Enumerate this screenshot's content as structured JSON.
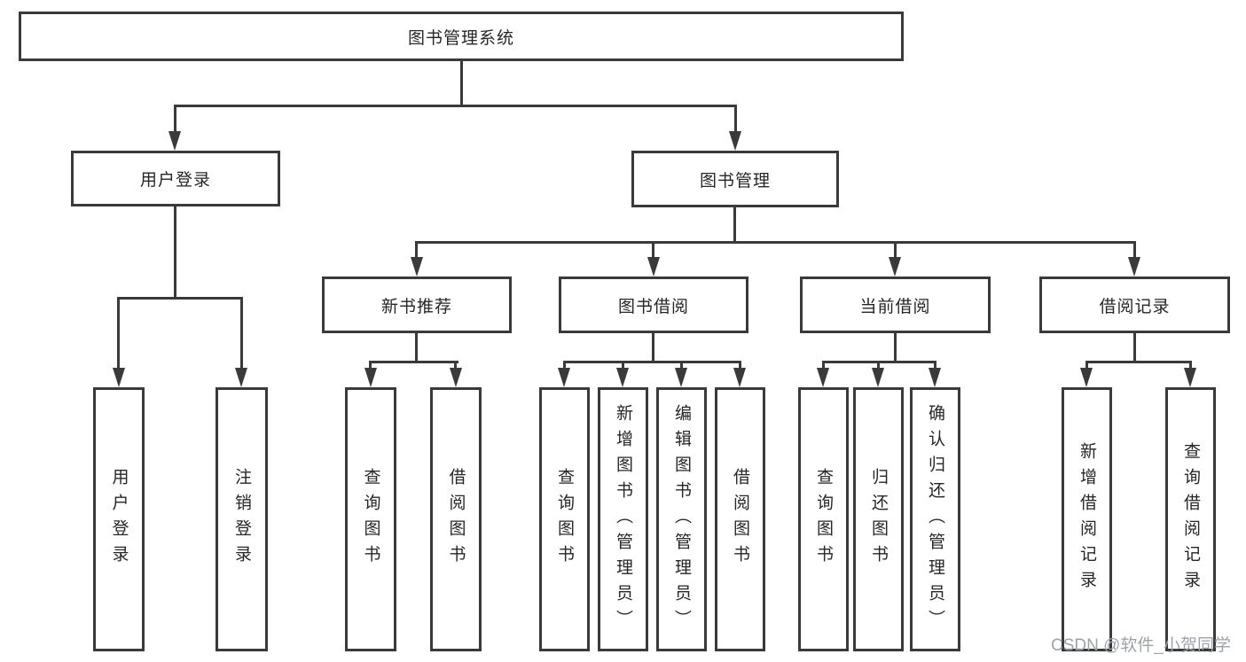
{
  "diagram": {
    "root": {
      "label": "图书管理系统"
    },
    "branches": [
      {
        "label": "用户登录",
        "children": [
          {
            "label": "用户登录"
          },
          {
            "label": "注销登录"
          }
        ]
      },
      {
        "label": "图书管理",
        "children": [
          {
            "label": "新书推荐",
            "children": [
              {
                "label": "查询图书"
              },
              {
                "label": "借阅图书"
              }
            ]
          },
          {
            "label": "图书借阅",
            "children": [
              {
                "label": "查询图书"
              },
              {
                "label": "新增图书（管理员）"
              },
              {
                "label": "编辑图书（管理员）"
              },
              {
                "label": "借阅图书"
              }
            ]
          },
          {
            "label": "当前借阅",
            "children": [
              {
                "label": "查询图书"
              },
              {
                "label": "归还图书"
              },
              {
                "label": "确认归还（管理员）"
              }
            ]
          },
          {
            "label": "借阅记录",
            "children": [
              {
                "label": "新增借阅记录"
              },
              {
                "label": "查询借阅记录"
              }
            ]
          }
        ]
      }
    ]
  },
  "watermark": {
    "text": "CSDN @软件_小贺同学"
  },
  "colors": {
    "line": "#3a3a3a",
    "text": "#262626",
    "watermark": "#9ea3ab",
    "bg": "#ffffff"
  }
}
